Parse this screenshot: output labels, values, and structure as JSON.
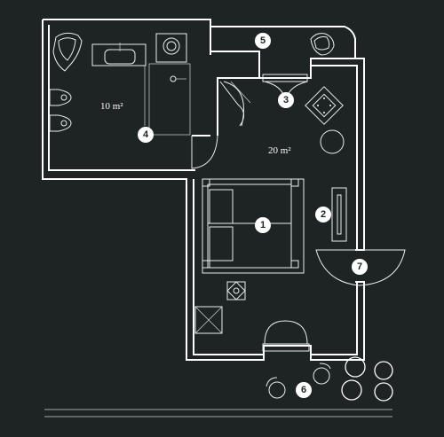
{
  "areas": {
    "bathroom": "10 m²",
    "bedroom": "20 m²"
  },
  "markers": [
    "1",
    "2",
    "3",
    "4",
    "5",
    "6",
    "7"
  ],
  "colors": {
    "background": "#1e2424",
    "lines": "#ffffff",
    "marker_fill": "#ffffff",
    "marker_text": "#1e2424"
  }
}
